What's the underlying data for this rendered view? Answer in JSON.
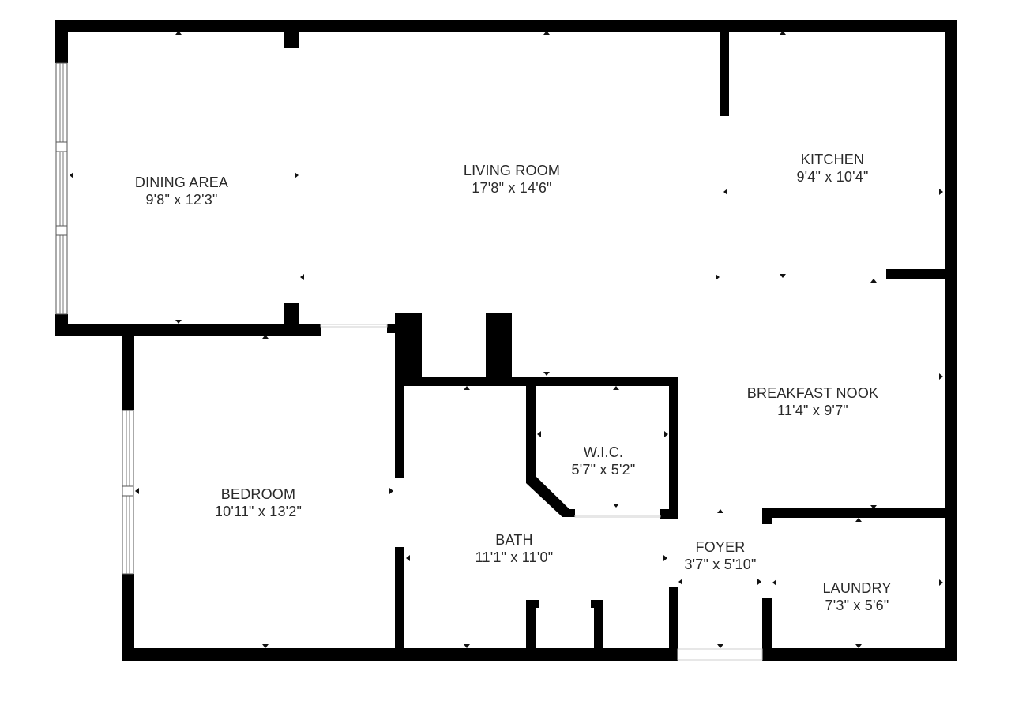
{
  "floorplan": {
    "rooms": [
      {
        "name": "DINING AREA",
        "dims": "9'8\" x 12'3\""
      },
      {
        "name": "LIVING ROOM",
        "dims": "17'8\" x 14'6\""
      },
      {
        "name": "KITCHEN",
        "dims": "9'4\" x 10'4\""
      },
      {
        "name": "BREAKFAST NOOK",
        "dims": "11'4\" x 9'7\""
      },
      {
        "name": "W.I.C.",
        "dims": "5'7\" x 5'2\""
      },
      {
        "name": "BEDROOM",
        "dims": "10'11\" x 13'2\""
      },
      {
        "name": "BATH",
        "dims": "11'1\" x 11'0\""
      },
      {
        "name": "FOYER",
        "dims": "3'7\" x 5'10\""
      },
      {
        "name": "LAUNDRY",
        "dims": "7'3\" x 5'6\""
      }
    ],
    "colors": {
      "wall": "#000000",
      "background": "#ffffff",
      "text": "#2a2a2a"
    }
  }
}
